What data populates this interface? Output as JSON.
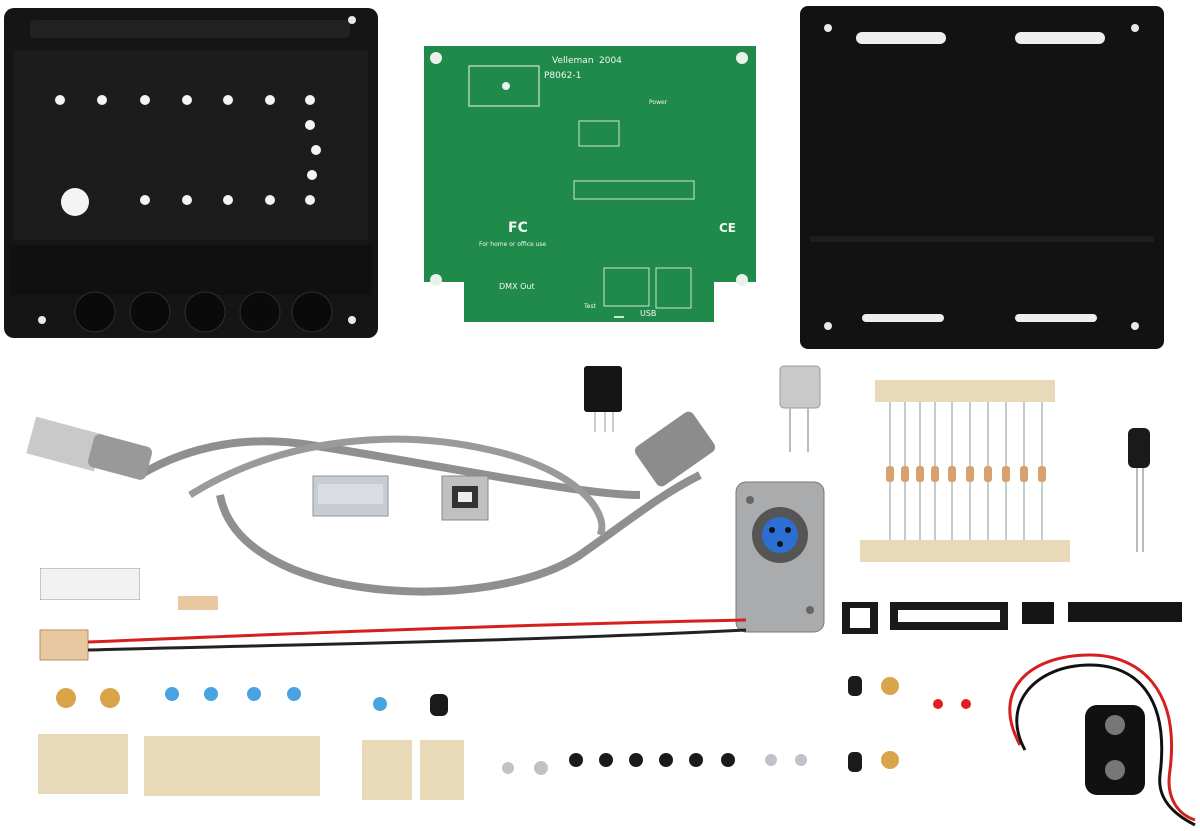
{
  "pcb": {
    "brand": "Velleman",
    "year": "2004",
    "model": "P8062-1",
    "fc_mark": "FC",
    "ce_mark": "CE",
    "home_office": "For home or office use",
    "dmx_out": "DMX Out",
    "usb_label": "USB",
    "power_label": "Power",
    "test_label": "Test"
  },
  "colors": {
    "pcb_green": "#1f8a4a",
    "enclosure_black": "#141414",
    "cable_grey": "#8f8f8f",
    "wire_red": "#d62020",
    "tape_beige": "#e8d9b8"
  }
}
